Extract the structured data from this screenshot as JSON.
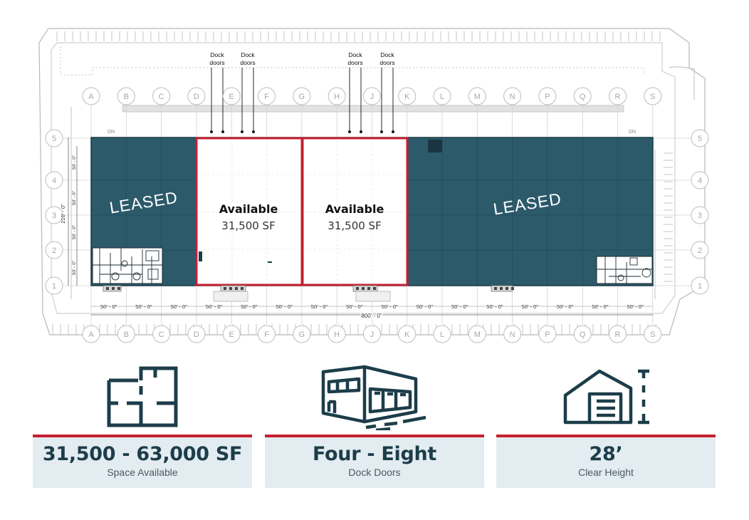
{
  "colors": {
    "navy": "#1c3d4a",
    "teal_fill": "#2c5a6b",
    "accent_red": "#c5202f",
    "card_bg": "#e3ecf0"
  },
  "plan": {
    "grid_letters": [
      "A",
      "B",
      "C",
      "D",
      "E",
      "F",
      "G",
      "H",
      "J",
      "K",
      "L",
      "M",
      "N",
      "P",
      "Q",
      "R",
      "S"
    ],
    "grid_numbers": [
      "5",
      "4",
      "3",
      "2",
      "1"
    ],
    "dock_labels": [
      {
        "line1": "Dock",
        "line2": "doors"
      },
      {
        "line1": "Dock",
        "line2": "doors"
      },
      {
        "line1": "Dock",
        "line2": "doors"
      },
      {
        "line1": "Dock",
        "line2": "doors"
      }
    ],
    "dn_label": "DN",
    "bay_dimension": "50' - 0\"",
    "overall_dimension": "800' - 0\"",
    "depth_dimension": "210' - 0\"",
    "leased_left": "LEASED",
    "leased_right": "LEASED",
    "available_1": {
      "title": "Available",
      "size": "31,500 SF"
    },
    "available_2": {
      "title": "Available",
      "size": "31,500 SF"
    }
  },
  "stats": [
    {
      "value": "31,500 - 63,000 SF",
      "label": "Space Available",
      "icon": "floor-plan-icon"
    },
    {
      "value": "Four - Eight",
      "label": "Dock Doors",
      "icon": "warehouse-building-icon"
    },
    {
      "value": "28’",
      "label": "Clear Height",
      "icon": "clear-height-garage-icon"
    }
  ]
}
